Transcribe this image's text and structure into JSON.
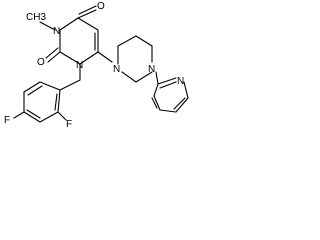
{
  "molecule": {
    "atoms": {
      "carbonyl_o_top": "O",
      "methyl_n": "N",
      "methyl": "CH3",
      "carbonyl_o_mid": "O",
      "benzyl_n": "N",
      "piperazine_n1": "N",
      "piperazine_n4": "N",
      "pyridine_n": "N",
      "fluoro_left": "F",
      "fluoro_right": "F"
    }
  }
}
